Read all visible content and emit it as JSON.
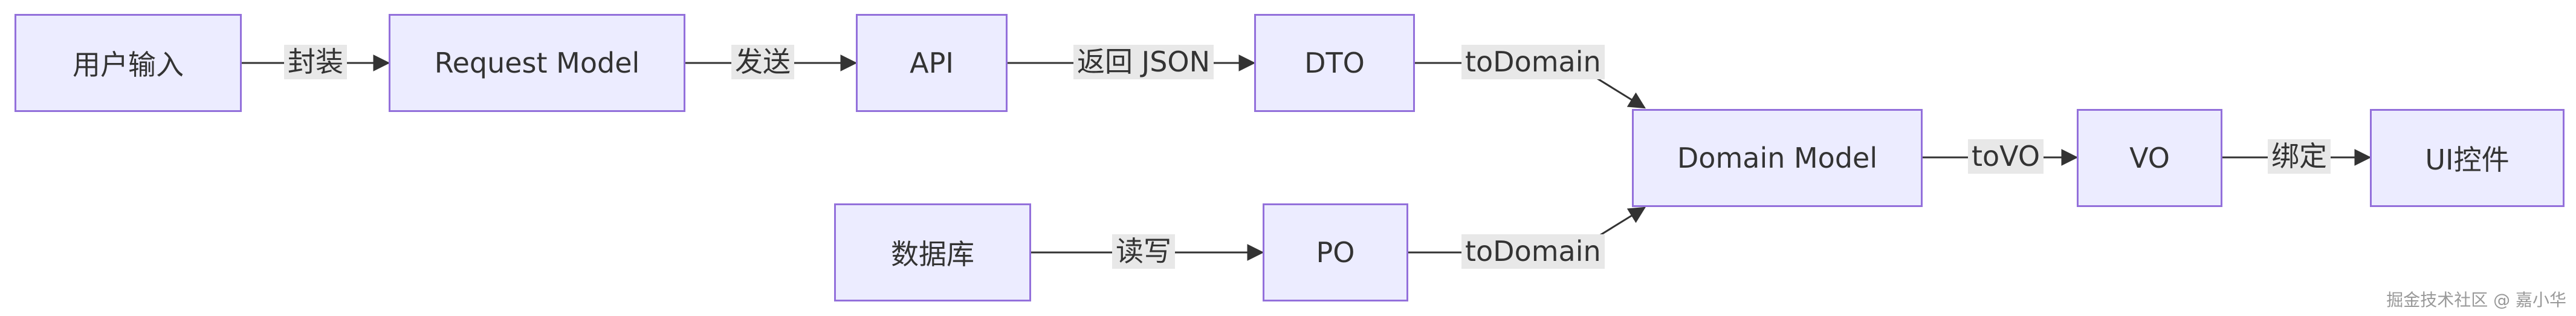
{
  "diagram": {
    "nodes": {
      "user_input": "用户输入",
      "request_model": "Request Model",
      "api": "API",
      "dto": "DTO",
      "domain_model": "Domain Model",
      "vo": "VO",
      "ui_controls": "UI控件",
      "database": "数据库",
      "po": "PO"
    },
    "edges": [
      {
        "from": "user_input",
        "to": "request_model",
        "label": "封装"
      },
      {
        "from": "request_model",
        "to": "api",
        "label": "发送"
      },
      {
        "from": "api",
        "to": "dto",
        "label": "返回 JSON"
      },
      {
        "from": "dto",
        "to": "domain_model",
        "label": "toDomain"
      },
      {
        "from": "domain_model",
        "to": "vo",
        "label": "toVO"
      },
      {
        "from": "vo",
        "to": "ui_controls",
        "label": "绑定"
      },
      {
        "from": "database",
        "to": "po",
        "label": "读写"
      },
      {
        "from": "po",
        "to": "domain_model",
        "label": "toDomain"
      }
    ]
  },
  "watermark": "掘金技术社区 @ 嘉小华",
  "colors": {
    "node_fill": "#ececff",
    "node_border": "#9370db",
    "edge": "#333333",
    "label_bg": "#e8e8e8"
  }
}
